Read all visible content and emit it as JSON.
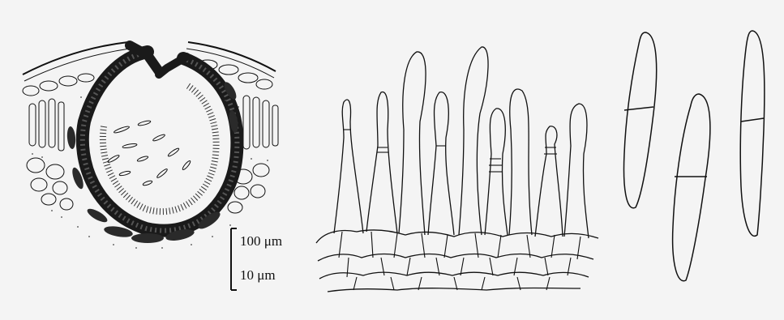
{
  "figure": {
    "panels": [
      "pycnidium-section",
      "conidiogenous-cells",
      "conidia"
    ],
    "scale_bars": {
      "large": "100 μm",
      "small": "10 μm"
    }
  },
  "colors": {
    "ink": "#111111",
    "paper": "#f4f4f4"
  }
}
